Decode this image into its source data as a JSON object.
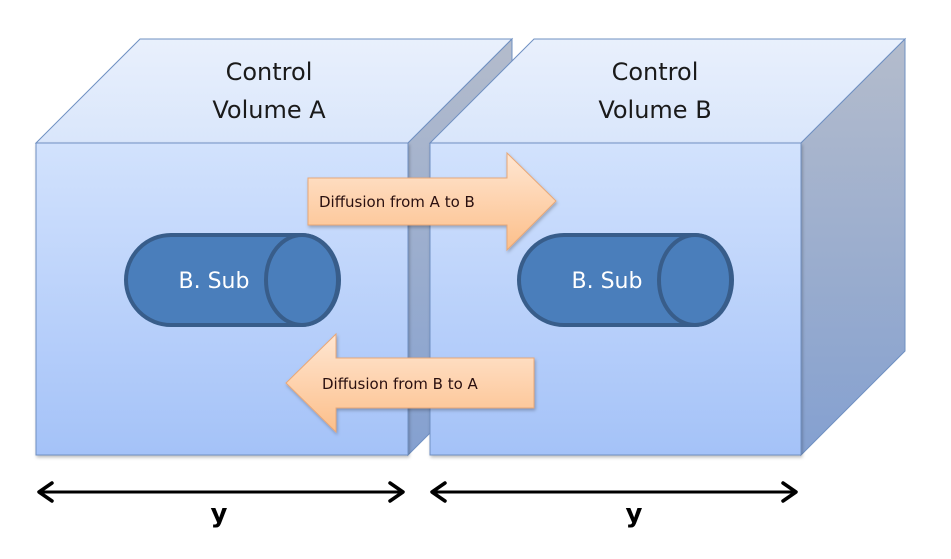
{
  "diagram": {
    "title": "Diffusion between two control volumes",
    "colors": {
      "top_face": "#dde8fb",
      "front_face_top": "#d2e2fd",
      "front_face_bottom": "#a4c2f8",
      "side_face_top": "#b0b9cb",
      "side_face_bottom": "#87a1cf",
      "outline": "#6f90c2",
      "cylinder_fill": "#4a7ebb",
      "cylinder_stroke": "#385d8a",
      "arrow_fill_light": "#ffe0c8",
      "arrow_fill_dark": "#fcc18e",
      "arrow_stroke": "#e8a878"
    },
    "volumes": [
      {
        "id": "A",
        "label_line1": "Control",
        "label_line2": "Volume A",
        "substance_label": "B. Sub",
        "dimension_label": "y"
      },
      {
        "id": "B",
        "label_line1": "Control",
        "label_line2": "Volume B",
        "substance_label": "B. Sub",
        "dimension_label": "y"
      }
    ],
    "arrows": [
      {
        "id": "a-to-b",
        "label": "Diffusion from A to B",
        "direction": "right"
      },
      {
        "id": "b-to-a",
        "label": "Diffusion from B to A",
        "direction": "left"
      }
    ]
  }
}
